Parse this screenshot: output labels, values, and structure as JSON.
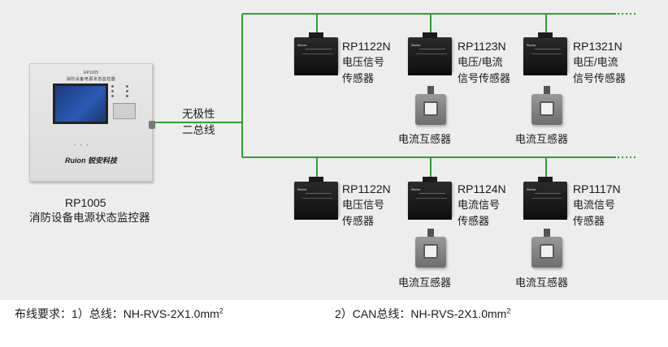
{
  "controller": {
    "model": "RP1005",
    "name": "消防设备电源状态监控器",
    "panel_model": "RP1005",
    "panel_title": "消防设备电源状态监控器",
    "brand": "Ruion 锐安科技"
  },
  "bus_label": [
    "无极性",
    "二总线"
  ],
  "top_row": [
    {
      "model": "RP1122N",
      "desc": [
        "电压信号",
        "传感器"
      ],
      "has_ct": false
    },
    {
      "model": "RP1123N",
      "desc": [
        "电压/电流",
        "信号传感器"
      ],
      "has_ct": true
    },
    {
      "model": "RP1321N",
      "desc": [
        "电压/电流",
        "信号传感器"
      ],
      "has_ct": true
    }
  ],
  "bottom_row": [
    {
      "model": "RP1122N",
      "desc": [
        "电压信号",
        "传感器"
      ],
      "has_ct": false
    },
    {
      "model": "RP1124N",
      "desc": [
        "电流信号",
        "传感器"
      ],
      "has_ct": true
    },
    {
      "model": "RP1117N",
      "desc": [
        "电流信号",
        "传感器"
      ],
      "has_ct": true
    }
  ],
  "ct_label": "电流互感器",
  "wiring_notes": {
    "note1": "布线要求：1）总线：NH-RVS-2X1.0mm",
    "note1_sup": "2",
    "note2": "2）CAN总线：NH-RVS-2X1.0mm",
    "note2_sup": "2"
  },
  "colors": {
    "bus": "#2ea02e",
    "background": "#ededed"
  }
}
